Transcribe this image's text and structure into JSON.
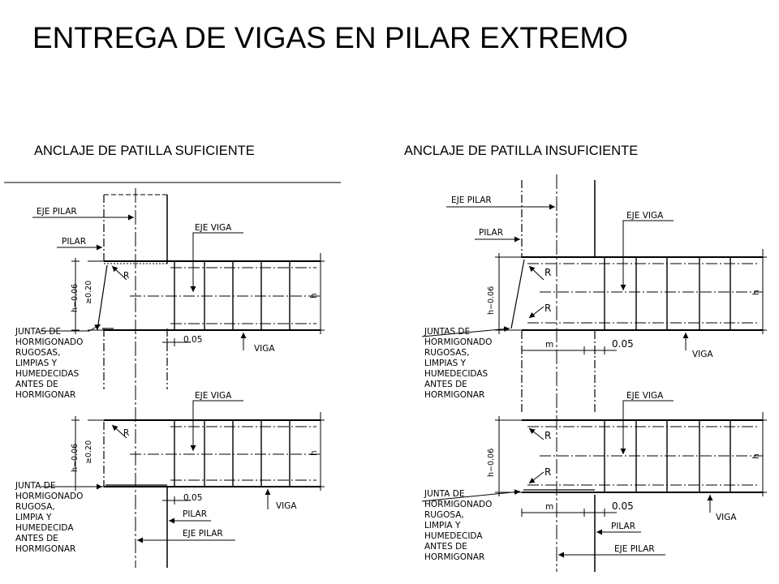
{
  "title": "ENTREGA DE VIGAS EN PILAR EXTREMO",
  "subtitles": {
    "left": "ANCLAJE DE PATILLA SUFICIENTE",
    "right": "ANCLAJE DE PATILLA INSUFICIENTE"
  },
  "labels": {
    "eje_pilar": "EJE PILAR",
    "pilar": "PILAR",
    "eje_viga": "EJE VIGA",
    "viga": "VIGA",
    "r": "R",
    "h": "h",
    "h_minus": "h−0.06",
    "ge020": "≥0.20",
    "d005": "0.05",
    "m": "m",
    "juntas": [
      "JUNTAS DE",
      "HORMIGONADO",
      "RUGOSAS,",
      "LIMPIAS Y",
      "HUMEDECIDAS",
      "ANTES DE",
      "HORMIGONAR"
    ],
    "junta": [
      "JUNTA DE",
      "HORMIGONADO",
      "RUGOSA,",
      "LIMPIA Y",
      "HUMEDECIDA",
      "ANTES DE",
      "HORMIGONAR"
    ]
  }
}
